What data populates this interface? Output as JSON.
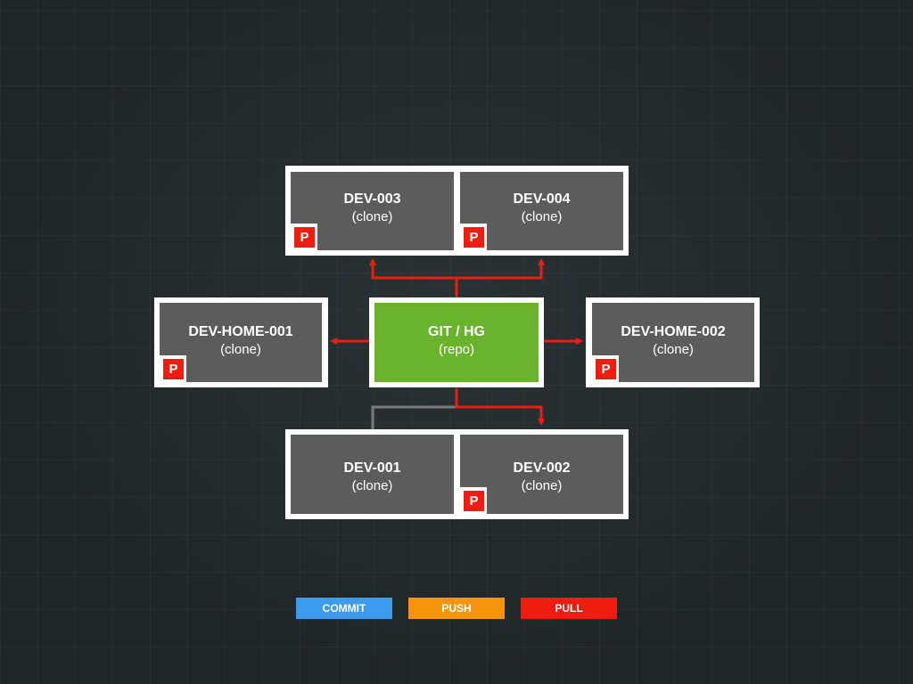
{
  "nodes": {
    "dev003": {
      "title": "DEV-003",
      "sub": "(clone)",
      "badge": "P"
    },
    "dev004": {
      "title": "DEV-004",
      "sub": "(clone)",
      "badge": "P"
    },
    "home001": {
      "title": "DEV-HOME-001",
      "sub": "(clone)",
      "badge": "P"
    },
    "repo": {
      "title": "GIT / HG",
      "sub": "(repo)"
    },
    "home002": {
      "title": "DEV-HOME-002",
      "sub": "(clone)",
      "badge": "P"
    },
    "dev001": {
      "title": "DEV-001",
      "sub": "(clone)"
    },
    "dev002": {
      "title": "DEV-002",
      "sub": "(clone)",
      "badge": "P"
    }
  },
  "legend": {
    "commit": {
      "label": "COMMIT",
      "color": "#3a9bef"
    },
    "push": {
      "label": "PUSH",
      "color": "#f7940c"
    },
    "pull": {
      "label": "PULL",
      "color": "#ee1d0f"
    }
  },
  "colors": {
    "pull_arrow": "#ee1d0f",
    "link_line": "#7a7a7a",
    "repo_fill": "#6ab42d",
    "clone_fill": "#5c5c5c"
  }
}
